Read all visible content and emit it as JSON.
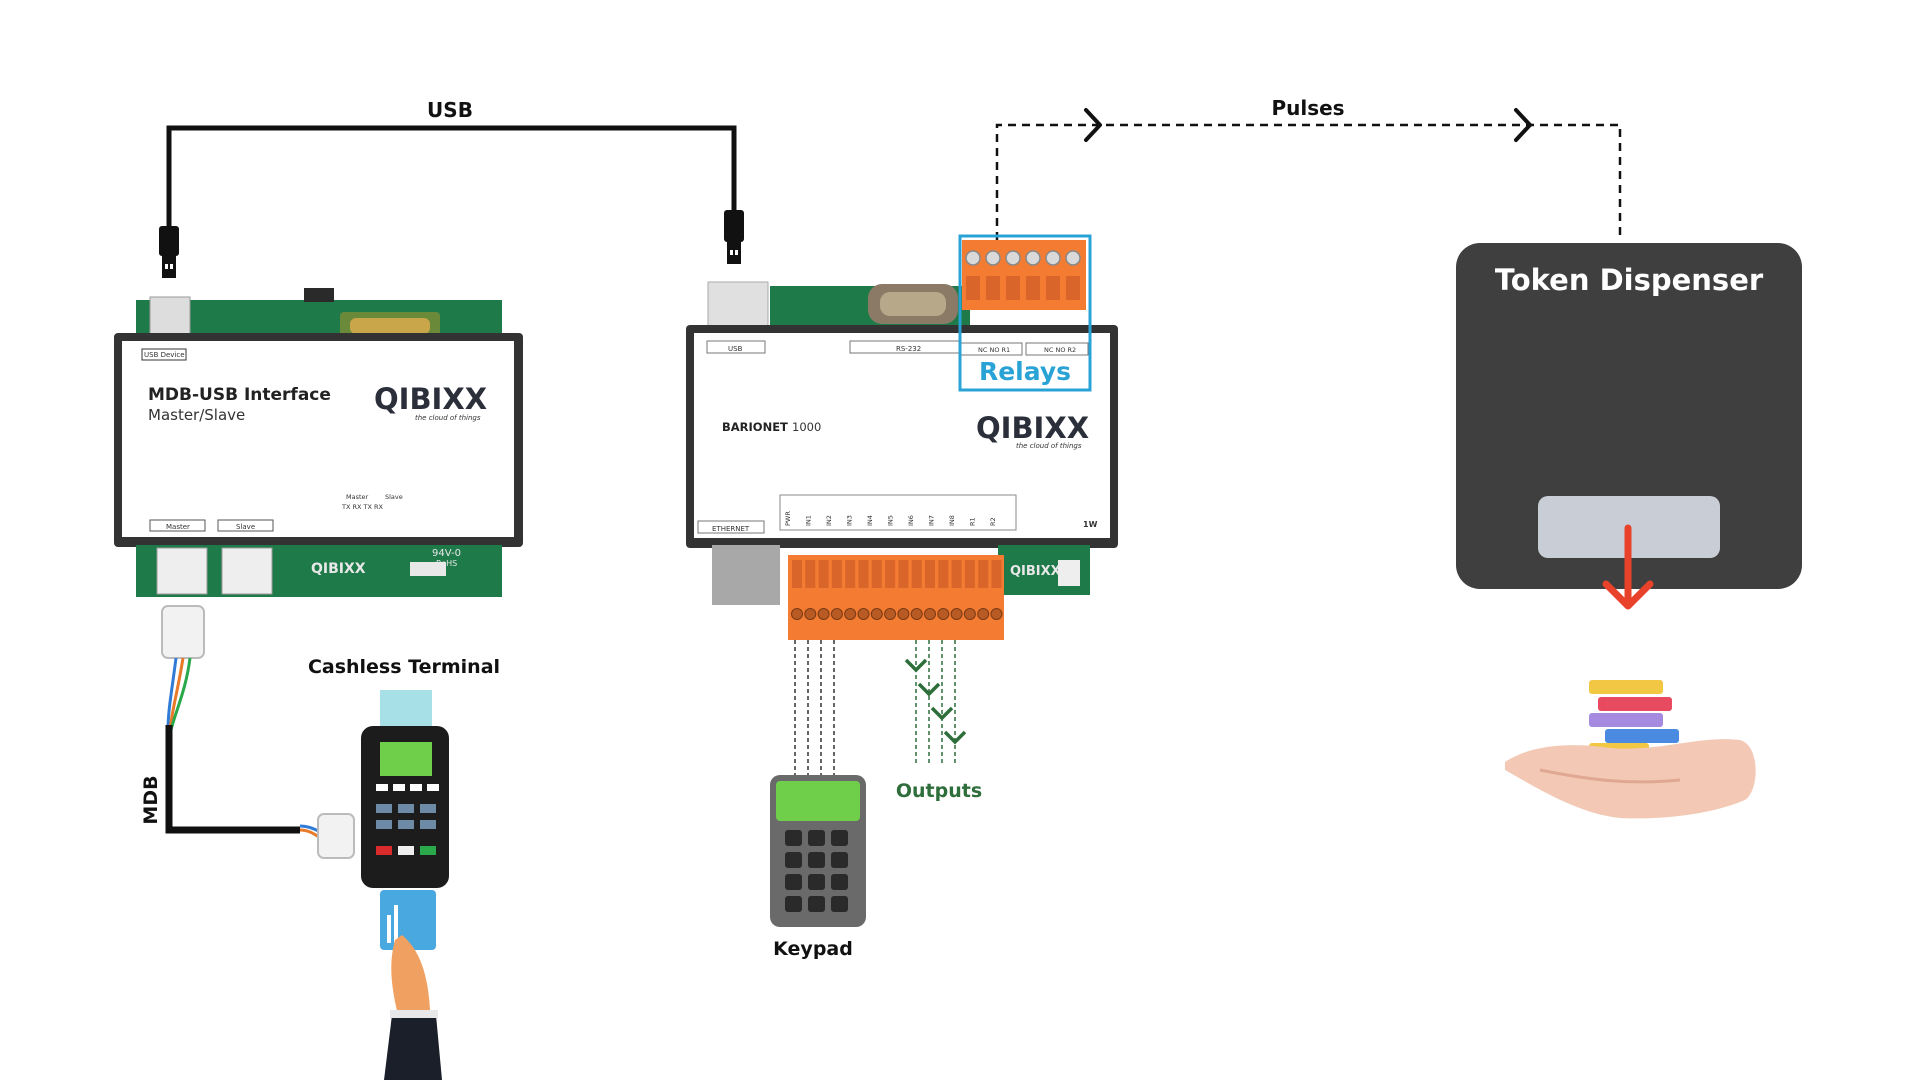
{
  "labels": {
    "usb": "USB",
    "pulses": "Pulses",
    "mdb": "MDB",
    "cashless_terminal": "Cashless Terminal",
    "keypad": "Keypad",
    "outputs": "Outputs",
    "relays": "Relays",
    "token_dispenser": "Token Dispenser"
  },
  "mdb_usb_device": {
    "title": "MDB-USB Interface",
    "subtitle": "Master/Slave",
    "usb_device_tag": "USB Device",
    "brand": "QIBIXX",
    "tagline": "the cloud of things",
    "port_master": "Master",
    "port_slave": "Slave",
    "pin_group_master": "Master",
    "pin_group_slave": "Slave",
    "pins": "TX   RX   TX   RX",
    "pcb_mark": "94V-0",
    "rohs": "RoHS"
  },
  "barionet_device": {
    "model_bold": "BARIONET",
    "model_number": "1000",
    "usb_tag": "USB",
    "rs232_tag": "RS-232",
    "ethernet_tag": "ETHERNET",
    "relay1_tag": "NC NO R1",
    "relay2_tag": "NC NO R2",
    "brand": "QIBIXX",
    "tagline": "the cloud of things",
    "io_pins": [
      "PWR",
      "IN1",
      "IN2",
      "IN3",
      "IN4",
      "IN5",
      "IN6",
      "IN7",
      "IN8",
      "R1",
      "R2"
    ],
    "onewire": "1W"
  },
  "colors": {
    "cable": "#111111",
    "enclosure": "#333333",
    "pcb_green": "#1f7a4a",
    "terminal_orange": "#f47b32",
    "relay_highlight": "#29a3d6",
    "outputs_green": "#2e6e3a",
    "dispenser_body": "#3f3f3f",
    "dispenser_slot": "#c9ced6",
    "arrow_red": "#e8432a",
    "keypad_screen": "#6fce4a"
  }
}
